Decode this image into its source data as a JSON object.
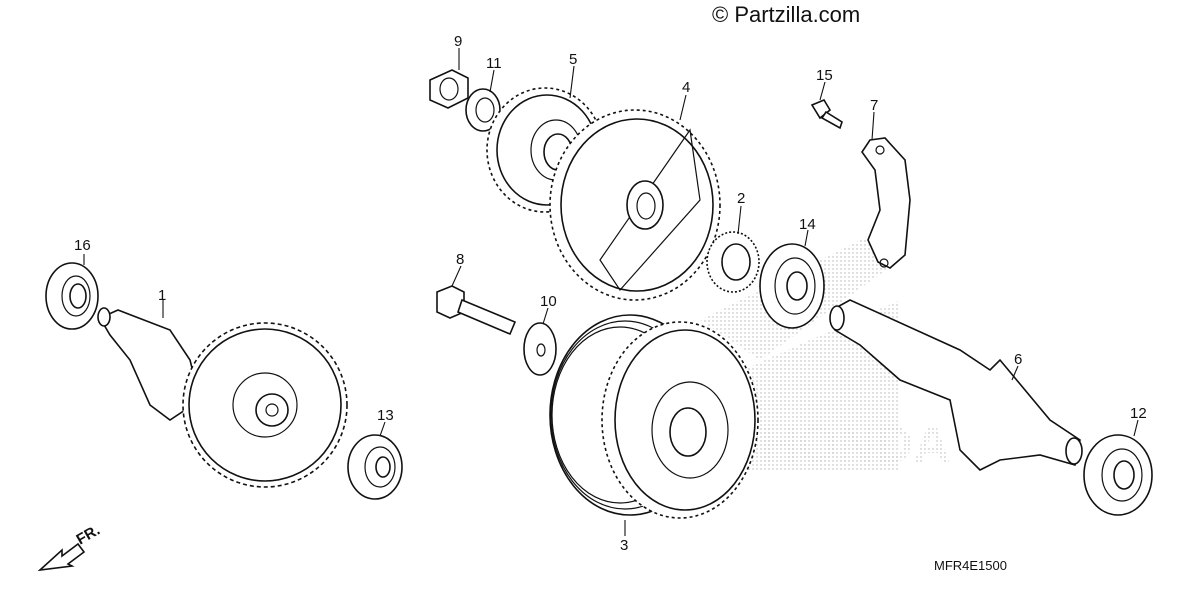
{
  "watermark": "© Partzilla.com",
  "drawing_code": "MFR4E1500",
  "front_marker": "FR.",
  "callouts": [
    "1",
    "2",
    "3",
    "4",
    "5",
    "6",
    "7",
    "8",
    "9",
    "10",
    "11",
    "12",
    "13",
    "14",
    "15",
    "16"
  ]
}
